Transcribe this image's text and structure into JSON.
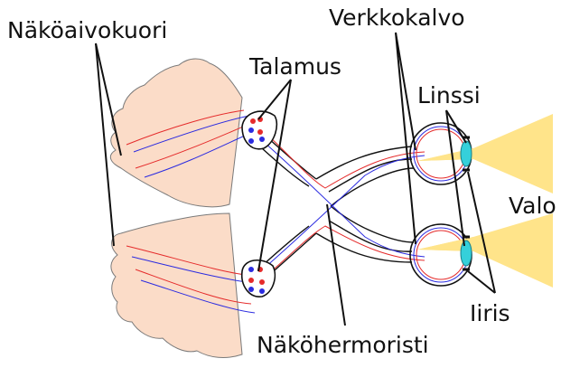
{
  "labels": {
    "visual_cortex": "Näköaivokuori",
    "thalamus": "Talamus",
    "retina": "Verkkokalvo",
    "lens": "Linssi",
    "light": "Valo",
    "iris": "Iiris",
    "optic_chiasm": "Näköhermoristi"
  },
  "colors": {
    "brain_fill": "#FBDCC8",
    "brain_stroke": "#7A7A7A",
    "light_beam": "#FFE48A",
    "lens_fill": "#35D0DA",
    "red_fiber": "#E52B2B",
    "blue_fiber": "#2B2BE0",
    "outline": "#111111"
  }
}
